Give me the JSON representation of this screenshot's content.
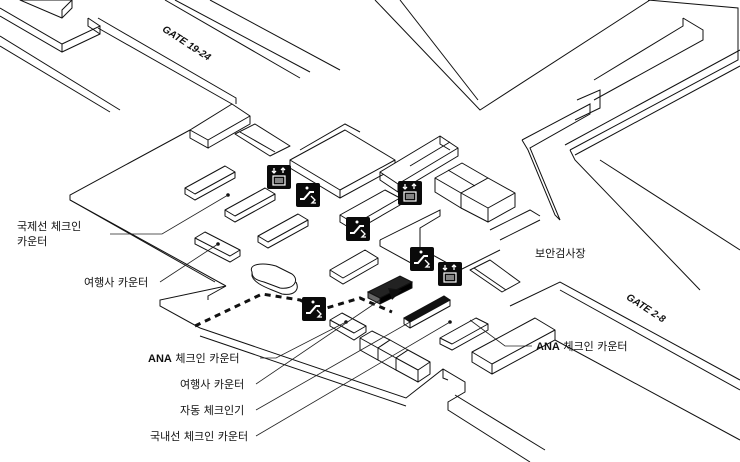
{
  "map": {
    "title": "공항 체크인 구역 안내도",
    "gates": [
      {
        "id": "gate-19-24",
        "label": "GATE 19-24"
      },
      {
        "id": "gate-2-8",
        "label": "GATE 2-8"
      }
    ],
    "areas": {
      "security": "보안검사장"
    },
    "labels": {
      "intl_checkin": [
        "국제선 체크인",
        "카운터"
      ],
      "travel_agency_left": "여행사 카운터",
      "ana_checkin_left": {
        "brand": "ANA",
        "text": " 체크인 카운터"
      },
      "travel_agency_bottom": "여행사 카운터",
      "self_checkin": "자동 체크인기",
      "domestic_checkin": "국내선 체크인 카운터",
      "ana_checkin_right": {
        "brand": "ANA",
        "text": " 체크인 카운터"
      }
    },
    "icons": [
      {
        "type": "elevator-icon",
        "name": "elevator"
      },
      {
        "type": "escalator-icon",
        "name": "escalator"
      },
      {
        "type": "escalator-icon",
        "name": "escalator"
      },
      {
        "type": "elevator-icon",
        "name": "elevator"
      },
      {
        "type": "escalator-icon",
        "name": "escalator"
      },
      {
        "type": "elevator-icon",
        "name": "elevator"
      },
      {
        "type": "escalator-icon",
        "name": "escalator"
      }
    ],
    "colors": {
      "ink": "#111111",
      "icon_bg": "#0a0a0a",
      "background": "#ffffff"
    }
  }
}
